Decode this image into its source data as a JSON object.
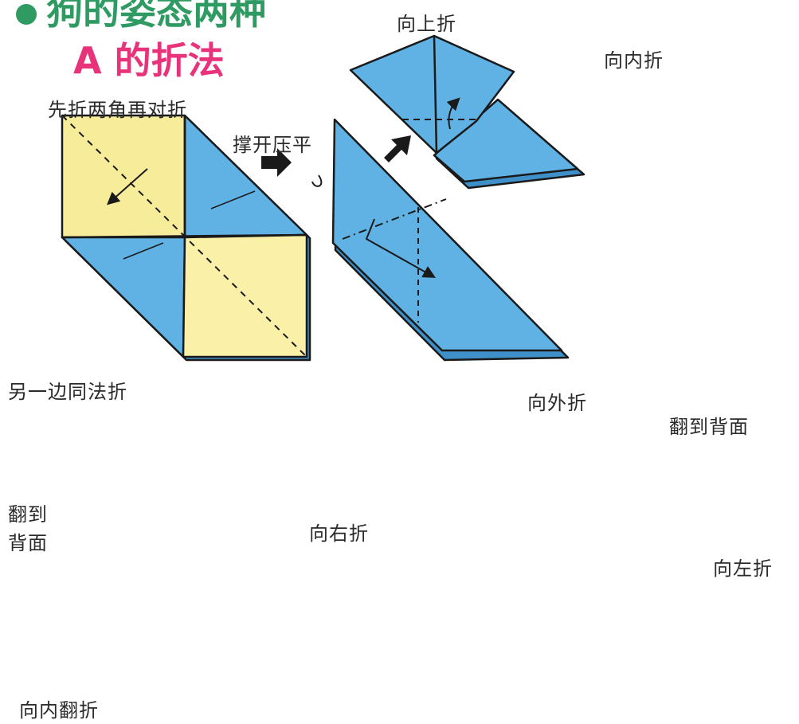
{
  "title": {
    "line1": "狗的姿态两种",
    "line2": "A 的折法"
  },
  "labels": {
    "step1": "先折两角再对折",
    "step2": "撑开压平",
    "step3": "向上折",
    "step4": "向内折",
    "step5": "翻到背面",
    "step6": "向左折",
    "step7": "向外折",
    "step8": "向右折",
    "step9": "另一边同法折",
    "step10_line1": "翻到",
    "step10_line2": "背面",
    "step11": "向内翻折"
  },
  "colors": {
    "paper_blue": "#5fb2e3",
    "paper_blue_dark": "#3f8fc8",
    "paper_yellow": "#f6ec9a",
    "paper_cream": "#fbf3c4",
    "outline": "#1a1a1a",
    "title_green": "#2f9a62",
    "title_pink": "#e8337b"
  }
}
